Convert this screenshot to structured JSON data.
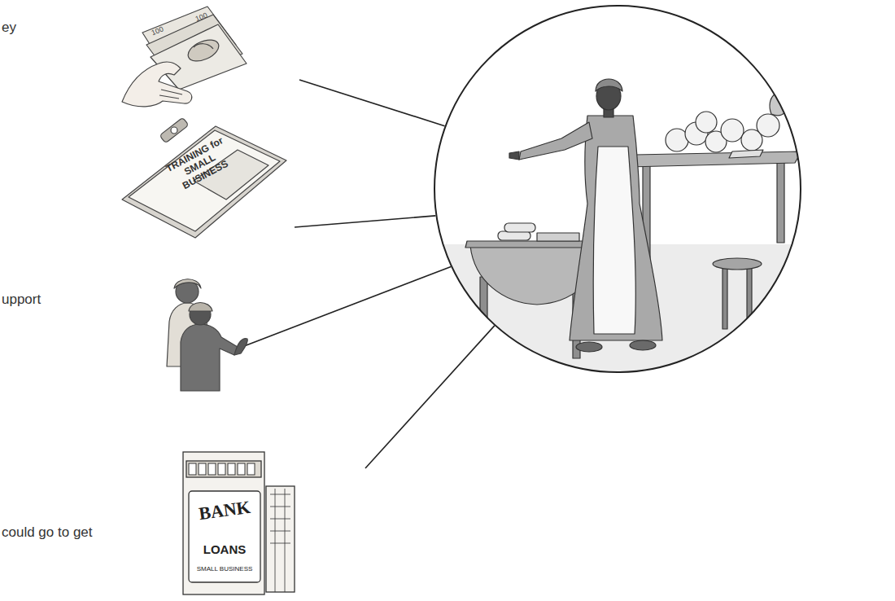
{
  "diagram": {
    "labels": [
      "ey",
      "100",
      "100",
      "TRAINING for SMALL BUSINESS",
      "upport",
      "could go to get",
      "BANK",
      "LOANS",
      "SMALL BUSINESS"
    ]
  }
}
